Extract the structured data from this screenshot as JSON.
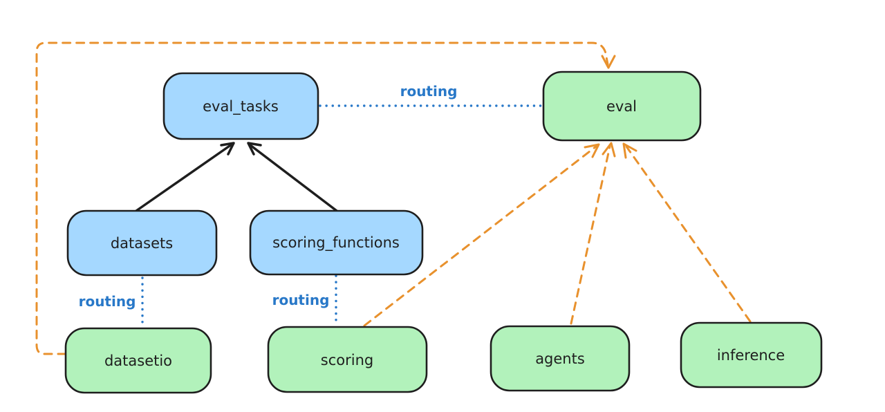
{
  "diagram": {
    "nodes": {
      "eval_tasks": {
        "label": "eval_tasks",
        "kind": "api"
      },
      "eval": {
        "label": "eval",
        "kind": "provider"
      },
      "datasets": {
        "label": "datasets",
        "kind": "api"
      },
      "scoring_functions": {
        "label": "scoring_functions",
        "kind": "api"
      },
      "datasetio": {
        "label": "datasetio",
        "kind": "provider"
      },
      "scoring": {
        "label": "scoring",
        "kind": "provider"
      },
      "agents": {
        "label": "agents",
        "kind": "provider"
      },
      "inference": {
        "label": "inference",
        "kind": "provider"
      }
    },
    "edges": [
      {
        "from": "datasets",
        "to": "eval_tasks",
        "style": "solid-arrow",
        "color": "black"
      },
      {
        "from": "scoring_functions",
        "to": "eval_tasks",
        "style": "solid-arrow",
        "color": "black"
      },
      {
        "from": "eval_tasks",
        "to": "eval",
        "style": "dotted",
        "color": "blue",
        "label": "routing"
      },
      {
        "from": "datasets",
        "to": "datasetio",
        "style": "dotted",
        "color": "blue",
        "label": "routing"
      },
      {
        "from": "scoring_functions",
        "to": "scoring",
        "style": "dotted",
        "color": "blue",
        "label": "routing"
      },
      {
        "from": "datasetio",
        "to": "eval",
        "style": "dashed-arrow",
        "color": "orange"
      },
      {
        "from": "scoring",
        "to": "eval",
        "style": "dashed-arrow",
        "color": "orange"
      },
      {
        "from": "agents",
        "to": "eval",
        "style": "dashed-arrow",
        "color": "orange"
      },
      {
        "from": "inference",
        "to": "eval",
        "style": "dashed-arrow",
        "color": "orange"
      }
    ],
    "colors": {
      "api_fill": "#a5d8ff",
      "provider_fill": "#b2f2bb",
      "border": "#1e1e1e",
      "routing_blue": "#2878c8",
      "orange": "#e8912d",
      "black_arrow": "#1e1e1e",
      "background": "#ffffff"
    }
  }
}
